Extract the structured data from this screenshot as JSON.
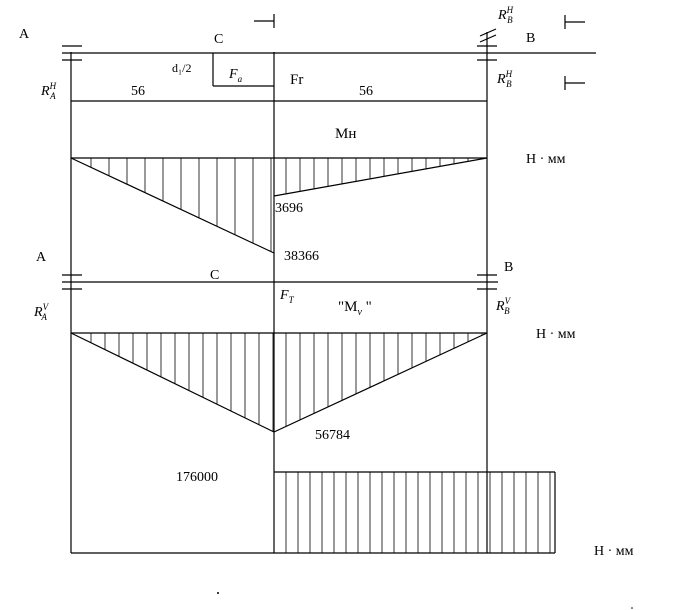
{
  "labels": {
    "point_a_top": "A",
    "point_c_top": "C",
    "point_b_top": "B",
    "reaction_a_h": "R",
    "reaction_a_h_sup": "H",
    "reaction_a_h_sub": "A",
    "reaction_b_h_top": "R",
    "reaction_b_h_top_sup": "H",
    "reaction_b_h_top_sub": "B",
    "reaction_b_h": "R",
    "reaction_b_h_sup": "H",
    "reaction_b_h_sub": "B",
    "d1_half": "d₁/2",
    "axial_force": "F",
    "axial_force_sub": "a",
    "radial_force": "Fr",
    "span_left": "56",
    "span_right": "56",
    "moment_h_title": "Мн",
    "unit_1": "Н · мм",
    "value_3696": "3696",
    "value_38366": "38366",
    "point_a_mid": "A",
    "point_c_mid": "C",
    "point_b_mid": "B",
    "reaction_a_v": "R",
    "reaction_a_v_sup": "V",
    "reaction_a_v_sub": "A",
    "tangential_force": "F",
    "tangential_force_sub": "T",
    "moment_v_title": "\"M",
    "moment_v_sub": "v",
    "moment_v_close": " \"",
    "reaction_b_v": "R",
    "reaction_b_v_sup": "V",
    "reaction_b_v_sub": "B",
    "unit_2": "Н · мм",
    "value_56784": "56784",
    "value_176000": "176000",
    "unit_3": "Н · мм"
  }
}
